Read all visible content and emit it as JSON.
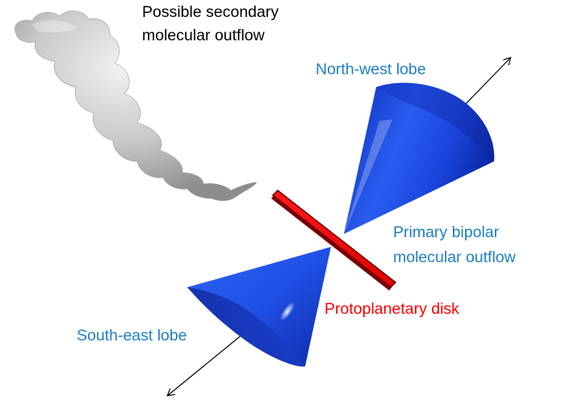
{
  "labels": {
    "secondary_line1": "Possible secondary",
    "secondary_line2": "molecular outflow",
    "north_west": "North-west lobe",
    "primary_line1": "Primary bipolar",
    "primary_line2": "molecular outflow",
    "disk": "Protoplanetary disk",
    "south_east": "South-east lobe"
  },
  "colors": {
    "lobe_blue": "#1f4fe0",
    "label_blue": "#1f7fc4",
    "disk_red": "#ff0000",
    "cloud_grey": "#b8b8b8"
  }
}
